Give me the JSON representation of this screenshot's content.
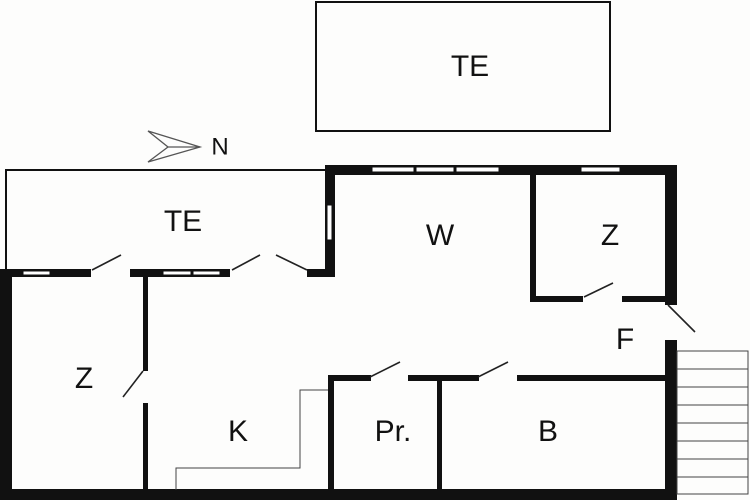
{
  "north_label": "N",
  "rooms": {
    "terrace_top": "TE",
    "terrace_left": "TE",
    "living": "W",
    "bedroom_right": "Z",
    "bedroom_left": "Z",
    "hall": "F",
    "kitchen": "K",
    "pantry": "Pr.",
    "bathroom": "B"
  },
  "icons": {
    "north_arrow": "north-arrow-icon",
    "stairs": "stairs-icon"
  }
}
